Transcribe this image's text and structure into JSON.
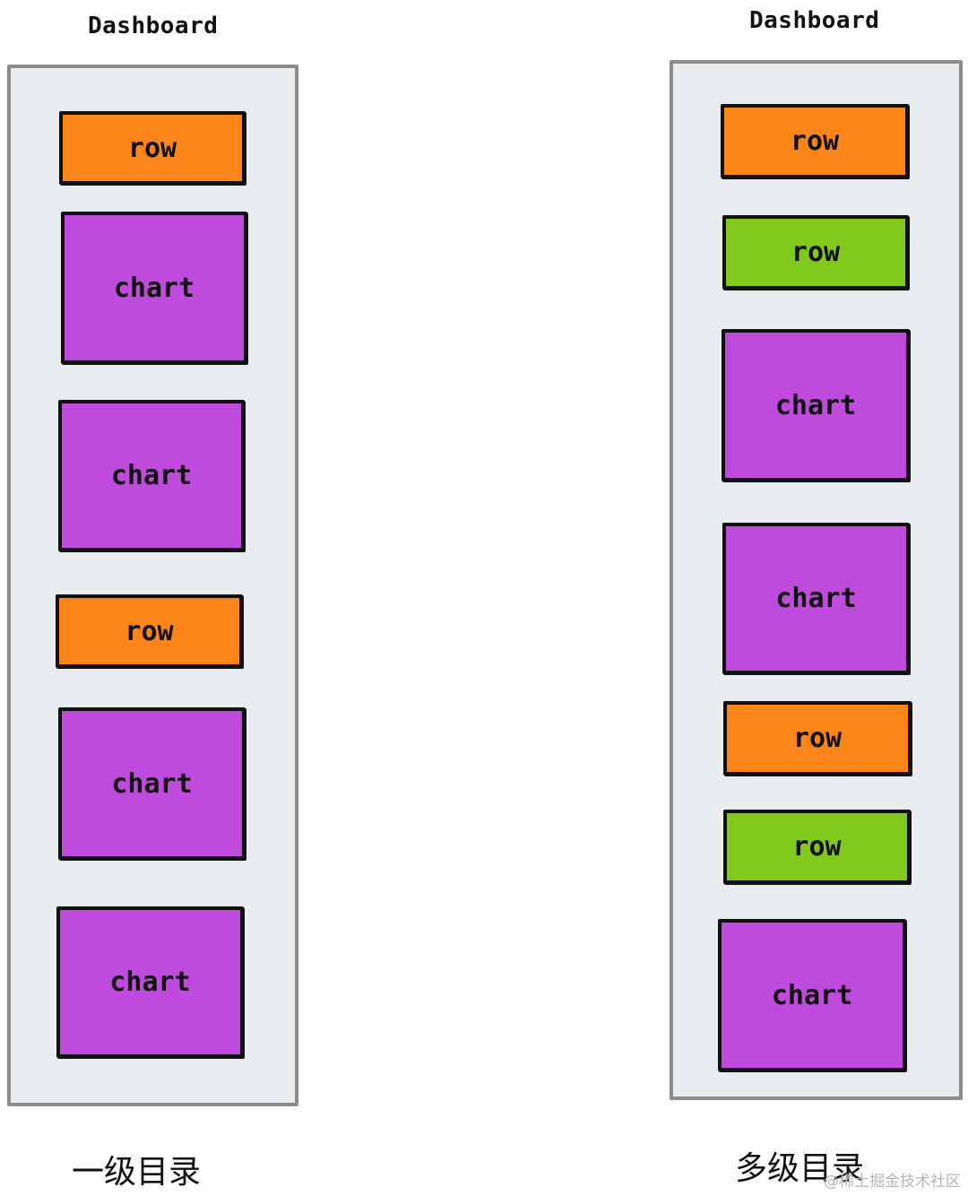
{
  "colors": {
    "row_primary": "#fb8519",
    "row_secondary": "#82c91e",
    "chart": "#be4bdb",
    "panel": "#e9ecef",
    "panel_border": "#8c8c8c",
    "stroke": "#111111"
  },
  "left": {
    "title": "Dashboard",
    "caption": "一级目录",
    "blocks": [
      {
        "type": "row",
        "label": "row"
      },
      {
        "type": "chart",
        "label": "chart"
      },
      {
        "type": "chart",
        "label": "chart"
      },
      {
        "type": "row",
        "label": "row"
      },
      {
        "type": "chart",
        "label": "chart"
      },
      {
        "type": "chart",
        "label": "chart"
      }
    ]
  },
  "right": {
    "title": "Dashboard",
    "caption": "多级目录",
    "blocks": [
      {
        "type": "row",
        "label": "row"
      },
      {
        "type": "subrow",
        "label": "row"
      },
      {
        "type": "chart",
        "label": "chart"
      },
      {
        "type": "chart",
        "label": "chart"
      },
      {
        "type": "row",
        "label": "row"
      },
      {
        "type": "subrow",
        "label": "row"
      },
      {
        "type": "chart",
        "label": "chart"
      }
    ]
  },
  "watermark": "@稀土掘金技术社区"
}
